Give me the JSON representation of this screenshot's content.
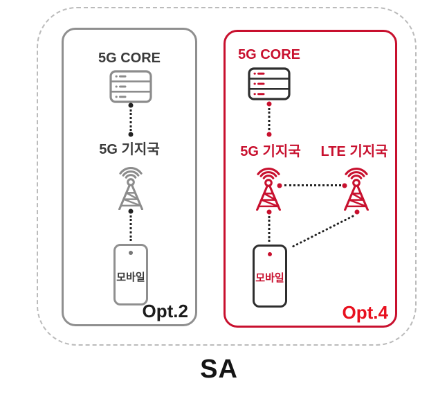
{
  "colors": {
    "red": "#c8102e",
    "bright_red": "#e8101e",
    "gray": "#8f8f8f",
    "dark_gray": "#3a3a3a",
    "near_black": "#1c1c1c",
    "line_black": "#222222",
    "dash_gray": "#bbbbbb"
  },
  "diagram": {
    "title": "SA",
    "options": [
      {
        "name": "Opt.2",
        "core": {
          "label": "5G CORE",
          "icon": "server-icon"
        },
        "stations": [
          {
            "label": "5G 기지국",
            "icon": "cell-tower-icon"
          }
        ],
        "mobile": {
          "label": "모바일",
          "icon": "smartphone-icon"
        }
      },
      {
        "name": "Opt.4",
        "core": {
          "label": "5G CORE",
          "icon": "server-icon"
        },
        "stations": [
          {
            "label": "5G 기지국",
            "icon": "cell-tower-icon"
          },
          {
            "label": "LTE 기지국",
            "icon": "cell-tower-icon"
          }
        ],
        "mobile": {
          "label": "모바일",
          "icon": "smartphone-icon"
        }
      }
    ]
  }
}
